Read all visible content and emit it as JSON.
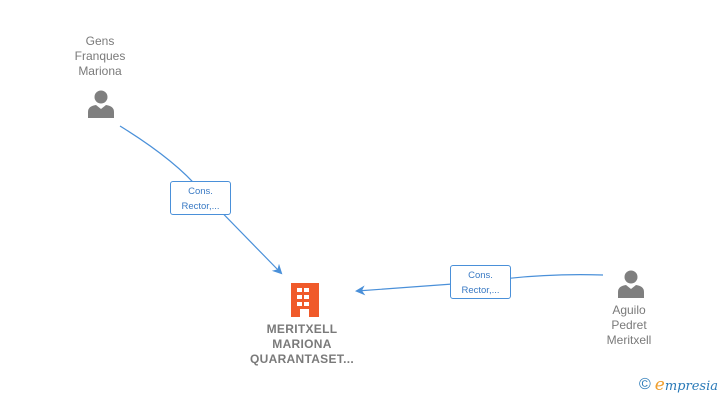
{
  "nodes": {
    "person1": {
      "lines": [
        "Gens",
        "Franques",
        "Mariona"
      ],
      "icon": "person-icon"
    },
    "person2": {
      "lines": [
        "Aguilo",
        "Pedret",
        "Meritxell"
      ],
      "icon": "person-icon"
    },
    "company": {
      "lines": [
        "MERITXELL",
        "MARIONA",
        "QUARANTASET..."
      ],
      "icon": "building-icon",
      "color": "#f05a2a"
    }
  },
  "edges": [
    {
      "from": "person1",
      "to": "company",
      "label_lines": [
        "Cons.",
        "Rector,..."
      ]
    },
    {
      "from": "person2",
      "to": "company",
      "label_lines": [
        "Cons.",
        "Rector,..."
      ]
    }
  ],
  "colors": {
    "edge": "#4a90d9",
    "node_text": "#7a7a7a",
    "person_icon": "#7f7f7f"
  },
  "watermark": {
    "copyright": "©",
    "brand_initial": "e",
    "brand_rest": "mpresia"
  }
}
